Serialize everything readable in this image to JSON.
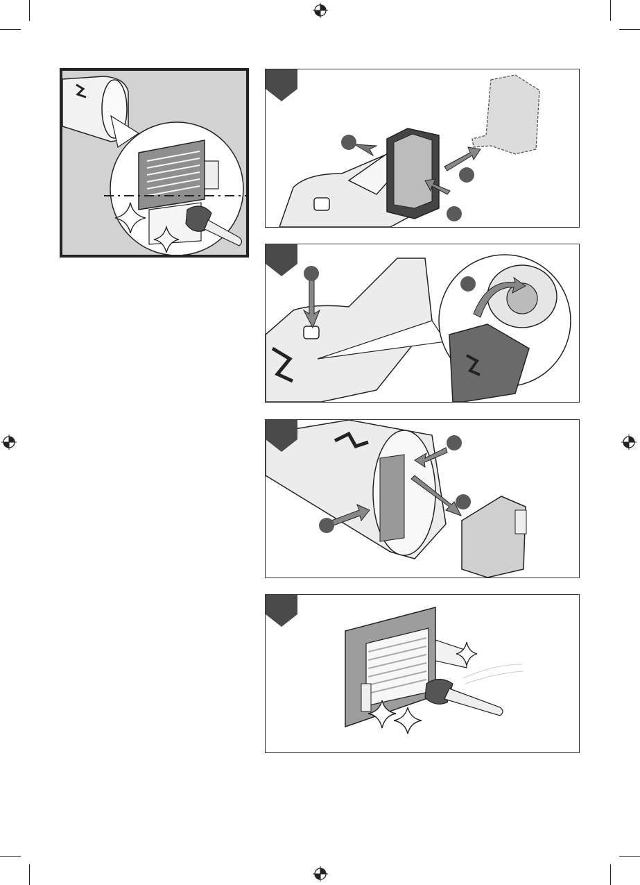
{
  "document": {
    "type": "illustrated-instruction-page",
    "steps": [
      {
        "id": "step-1",
        "callouts": 3
      },
      {
        "id": "step-2",
        "callouts": 2
      },
      {
        "id": "step-3",
        "callouts": 3
      },
      {
        "id": "step-4",
        "callouts": 0
      }
    ],
    "icons": [
      "registration-mark-icon",
      "crop-mark-icon",
      "brush-icon",
      "sparkle-icon",
      "arrow-icon",
      "filter-icon",
      "battery-icon",
      "vacuum-icon"
    ],
    "colors": {
      "ink": "#222222",
      "badge": "#4a4a4a",
      "callout": "#5a5a5a",
      "shade": "#9a9a9a",
      "light": "#d8d8d8"
    }
  }
}
